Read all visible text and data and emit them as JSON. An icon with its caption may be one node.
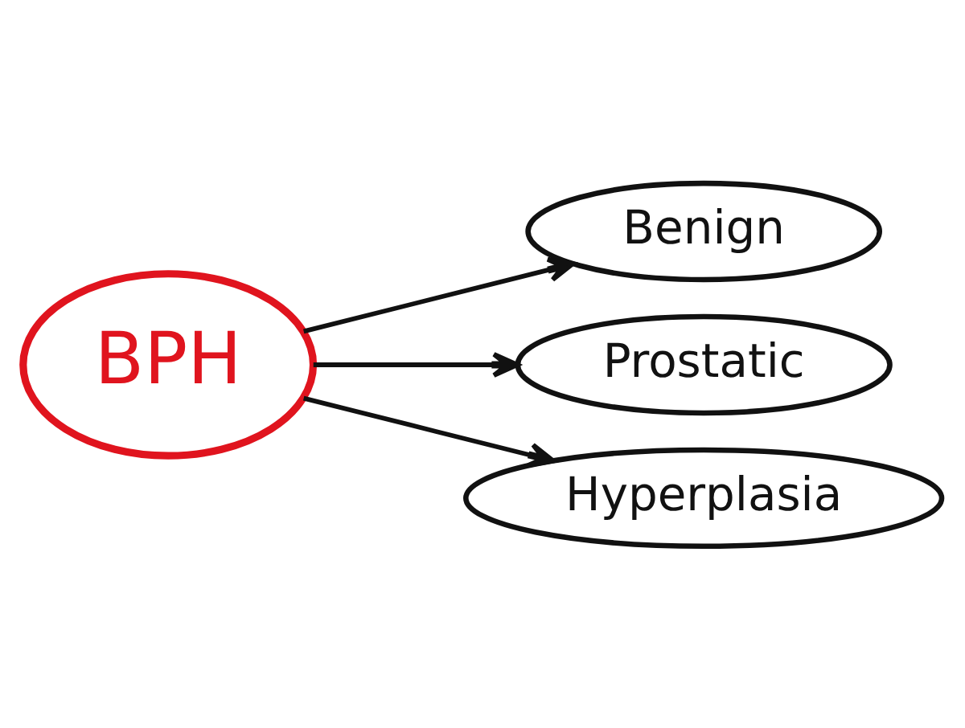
{
  "diagram": {
    "nodes": [
      {
        "text": [
          "BPH"
        ]
      },
      {
        "text": [
          "Benign"
        ]
      },
      {
        "text": [
          "Prostatic"
        ]
      },
      {
        "text": [
          "Hyperplasia"
        ]
      }
    ],
    "edges": [
      {
        "from": 0,
        "to": 1,
        "arrow": "to"
      },
      {
        "from": 0,
        "to": 2,
        "arrow": "to"
      },
      {
        "from": 0,
        "to": 3,
        "arrow": "to"
      }
    ]
  }
}
